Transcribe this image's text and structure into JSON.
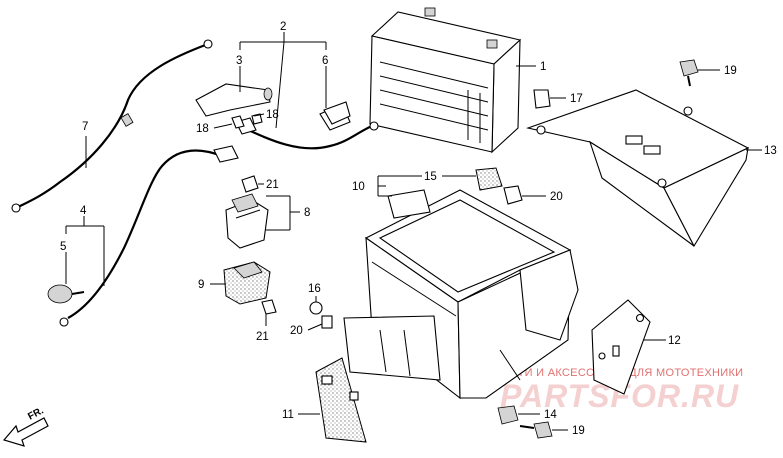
{
  "callouts": {
    "c1": "1",
    "c2": "2",
    "c3": "3",
    "c4": "4",
    "c5": "5",
    "c6": "6",
    "c7": "7",
    "c8": "8",
    "c9": "9",
    "c10": "10",
    "c11": "11",
    "c12": "12",
    "c13": "13",
    "c14": "14",
    "c15": "15",
    "c16": "16",
    "c17": "17",
    "c18a": "18",
    "c18b": "18",
    "c19a": "19",
    "c19b": "19",
    "c20a": "20",
    "c20b": "20",
    "c21a": "21",
    "c21b": "21"
  },
  "direction_label": "FR.",
  "watermark": {
    "line1": "ЗАПЧАСТИ И АКСЕССУАРЫ ДЛЯ МОТОТЕХНИКИ",
    "line2": "PARTSFOR.RU"
  },
  "colors": {
    "ink": "#000000",
    "watermark_text": "#e07070",
    "watermark_logo": "#f4d0d0"
  }
}
